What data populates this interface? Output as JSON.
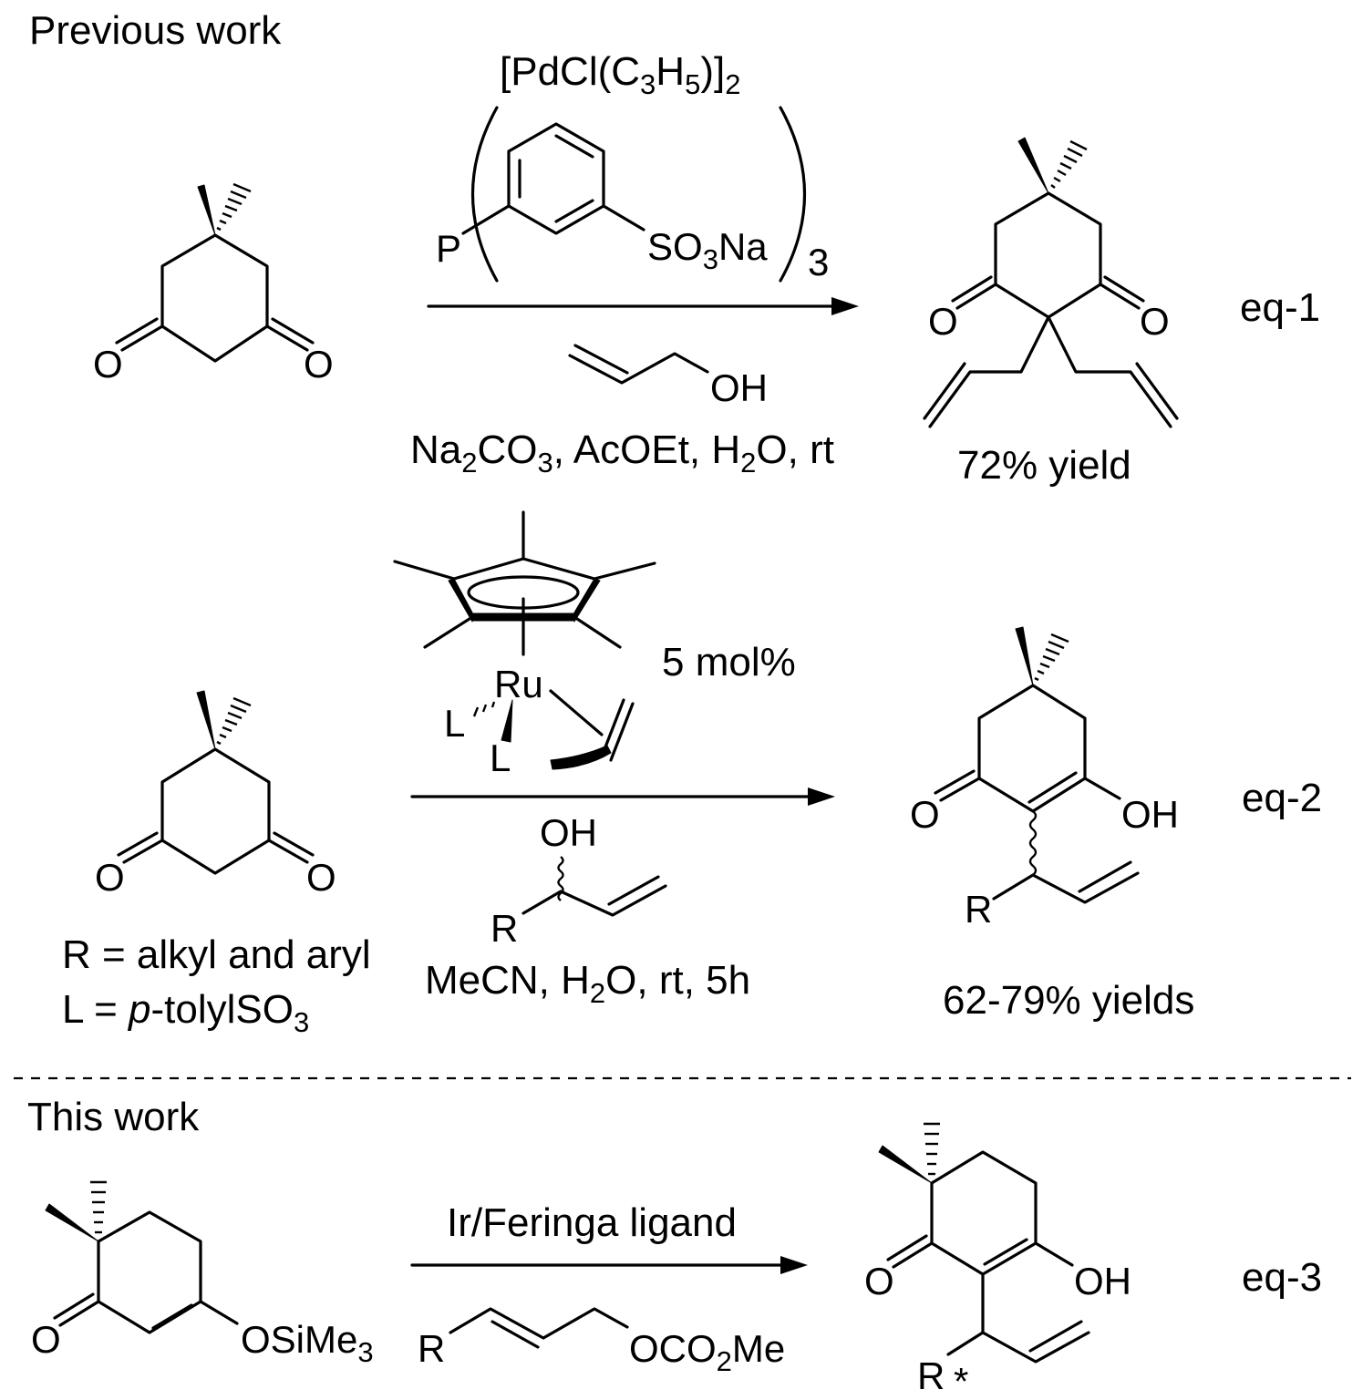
{
  "sections": {
    "previous": "Previous work",
    "this": "This work"
  },
  "eq1": {
    "catalyst": "[PdCl(C3H5)]2",
    "ligand_P": "P",
    "ligand_SO3Na": "SO3Na",
    "ligand_count": "3",
    "allyl_OH": "OH",
    "conditions": "Na2CO3, AcOEt, H2O, rt",
    "label": "eq-1",
    "yield": "72% yield"
  },
  "eq2": {
    "ru": "Ru",
    "L": "L",
    "loading": "5 mol%",
    "reagent_OH": "OH",
    "reagent_R": "R",
    "conditions": "MeCN, H2O, rt, 5h",
    "substituents_R": "R = alkyl and aryl",
    "substituents_L": "L = p-tolylSO3",
    "product_OH": "OH",
    "product_R": "R",
    "label": "eq-2",
    "yield": "62-79% yields"
  },
  "eq3": {
    "catalyst": "Ir/Feringa ligand",
    "reagent_R": "R",
    "reagent_OCO2Me": "OCO2Me",
    "substrate_OSiMe3": "OSiMe3",
    "product_OH": "OH",
    "product_R": "R",
    "stereo_mark": "*",
    "label": "eq-3"
  },
  "atoms": {
    "O": "O"
  }
}
